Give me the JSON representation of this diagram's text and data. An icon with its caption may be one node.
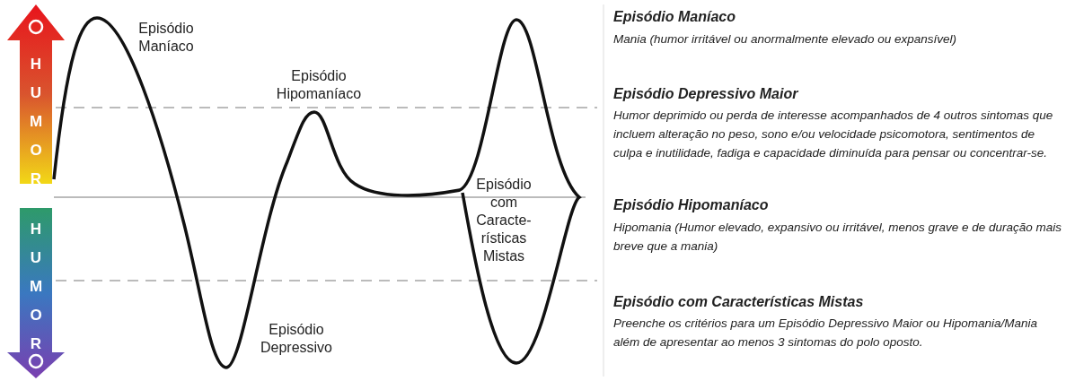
{
  "diagram": {
    "labels": [
      "HUMOR",
      "HUMOR",
      "Episódio Maníaco",
      "Episódio Hipomaníaco",
      "Episódio com Caracte-rísticas Mistas",
      "Episódio Depressivo",
      "Episódio Maníaco",
      "Mania (humor irritável ou anormalmente elevado ou expansível)",
      "Episódio Depressivo Maior",
      "Humor deprimido ou perda de interesse acompanhados de 4 outros sintomas que incluem alteração no peso, sono e/ou velocidade psicomotora, sentimentos de culpa e inutilidade, fadiga e capacidade diminuída para pensar ou concentrar-se.",
      "Episódio Hipomaníaco",
      "Hipomania (Humor elevado, expansivo ou irritável, menos grave e de duração mais breve que a mania)",
      "Episódio com Características Mistas",
      "Preenche os critérios para um Episódio Depressivo Maior ou Hipomania/Mania além de apresentar ao menos 3 sintomas do polo oposto."
    ]
  }
}
